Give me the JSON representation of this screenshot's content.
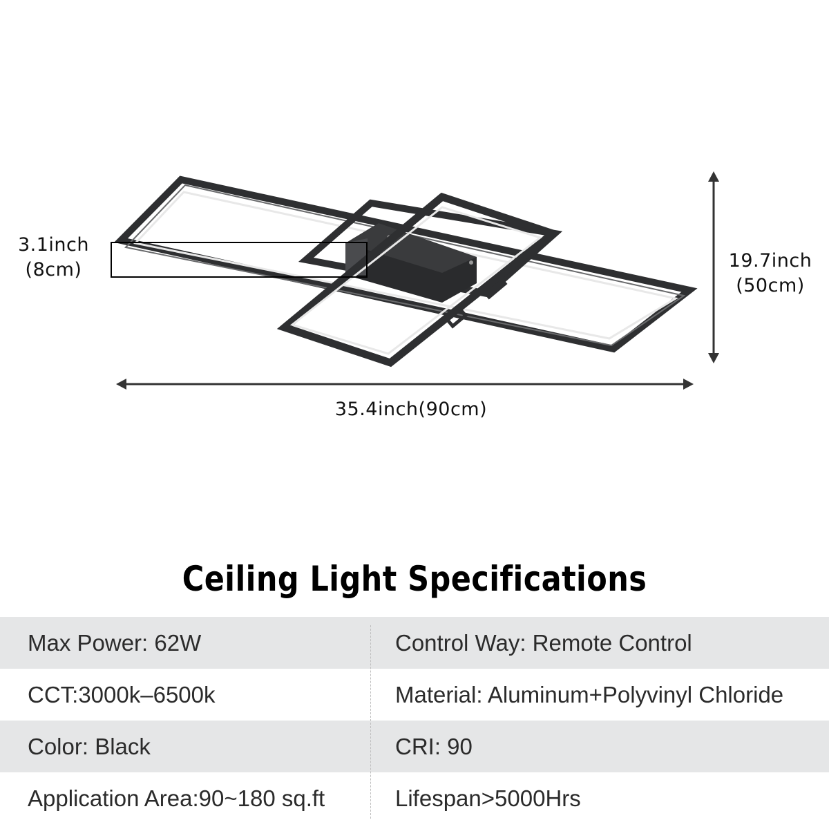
{
  "diagram": {
    "product": "ceiling-light-three-rectangle-frames",
    "frame_color": "#2e2f31",
    "dimensions": {
      "height_thickness": {
        "inch": "3.1inch",
        "cm": "(8cm)"
      },
      "depth": {
        "inch": "19.7inch",
        "cm": "(50cm)"
      },
      "width": {
        "label": "35.4inch(90cm)"
      }
    }
  },
  "title": "Ceiling Light Specifications",
  "specs": {
    "rows": [
      {
        "left": "Max Power: 62W",
        "right": "Control Way: Remote Control",
        "shade": "gray"
      },
      {
        "left": "CCT:3000k–6500k",
        "right": "Material: Aluminum+Polyvinyl Chloride",
        "shade": "white"
      },
      {
        "left": "Color: Black",
        "right": "CRI: 90",
        "shade": "gray"
      },
      {
        "left": "Application Area:90~180 sq.ft",
        "right": "Lifespan>5000Hrs",
        "shade": "white"
      }
    ]
  },
  "colors": {
    "row_gray": "#e5e6e7",
    "text": "#2b2b2b",
    "title": "#000000"
  }
}
